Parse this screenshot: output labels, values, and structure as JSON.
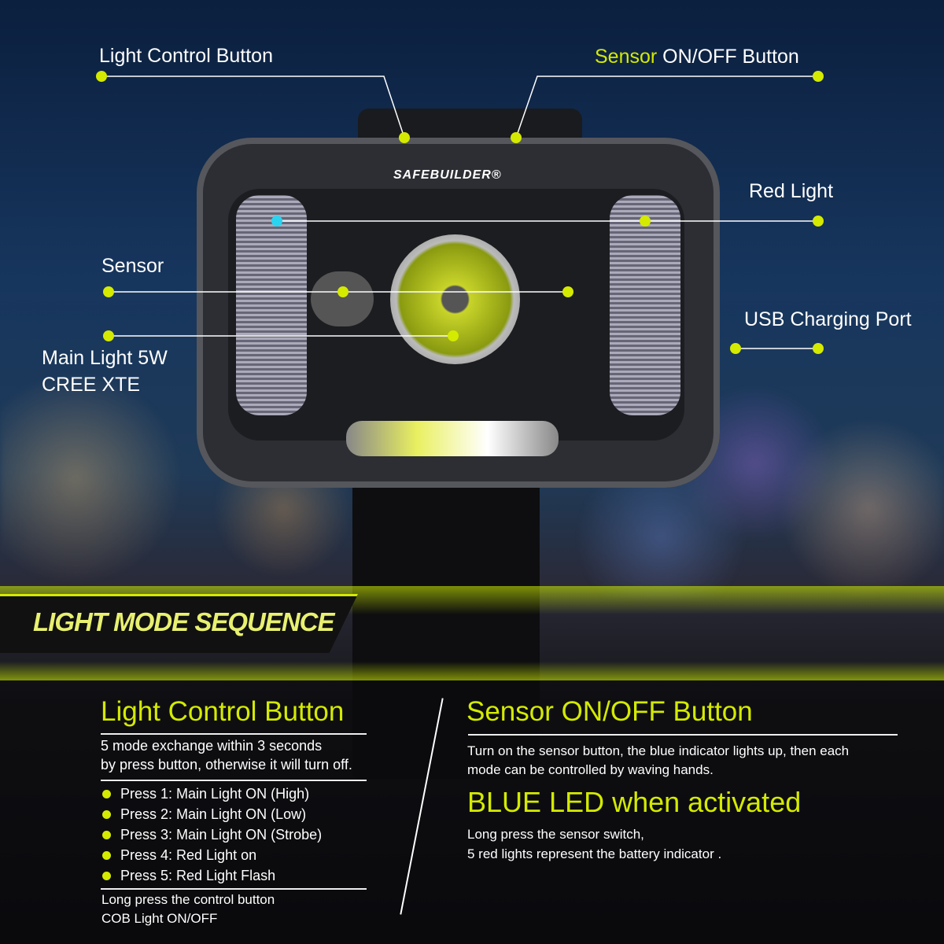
{
  "brand": "SAFEBUILDER®",
  "callouts": {
    "light_control": "Light Control Button",
    "sensor_prefix": "Sensor",
    "sensor_rest": " ON/OFF Button",
    "red_light": "Red Light",
    "sensor": "Sensor",
    "usb": "USB Charging Port",
    "main_light_1": "Main Light 5W",
    "main_light_2": "CREE XTE"
  },
  "banner": "LIGHT MODE SEQUENCE",
  "left": {
    "title": "Light Control Button",
    "desc_1": "5 mode exchange within 3 seconds",
    "desc_2": "by press button, otherwise it will turn off.",
    "modes": [
      "Press 1: Main Light ON (High)",
      "Press 2: Main Light ON (Low)",
      "Press 3: Main Light ON (Strobe)",
      "Press 4: Red Light on",
      "Press 5: Red Light Flash"
    ],
    "note_1": "Long press the control button",
    "note_2": "COB Light ON/OFF"
  },
  "right": {
    "title": "Sensor ON/OFF Button",
    "desc_1": "Turn on the sensor button, the blue indicator lights up, then each",
    "desc_2": "mode can be controlled by waving hands.",
    "highlight": "BLUE LED when activated",
    "note_1": "Long press the sensor switch,",
    "note_2": "5 red lights represent the battery indicator ."
  },
  "colors": {
    "accent": "#d4ea00",
    "sensor_dot": "#2ad4f0"
  }
}
